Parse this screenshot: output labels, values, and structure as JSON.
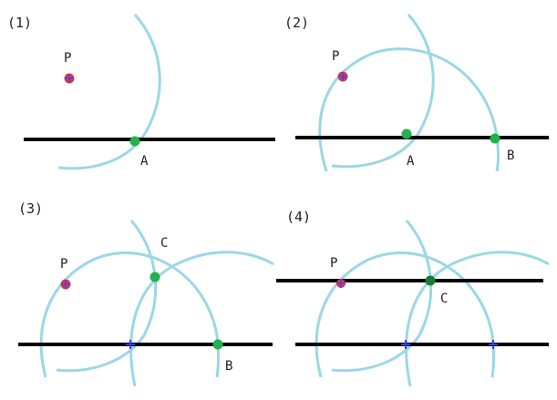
{
  "colors": {
    "arc": "#9bd7e6",
    "line": "#000000",
    "point_green": "#22b14c",
    "point_p_fill": "#d53a4a",
    "point_p_mark": "#5a3fd6",
    "cross": "#3a3fd8"
  },
  "steps": [
    {
      "label": "(1)",
      "points": {
        "P": "P",
        "A": "A"
      }
    },
    {
      "label": "(2)",
      "points": {
        "P": "P",
        "A": "A",
        "B": "B"
      }
    },
    {
      "label": "(3)",
      "points": {
        "P": "P",
        "C": "C",
        "B": "B"
      }
    },
    {
      "label": "(4)",
      "points": {
        "P": "P",
        "C": "C"
      }
    }
  ]
}
